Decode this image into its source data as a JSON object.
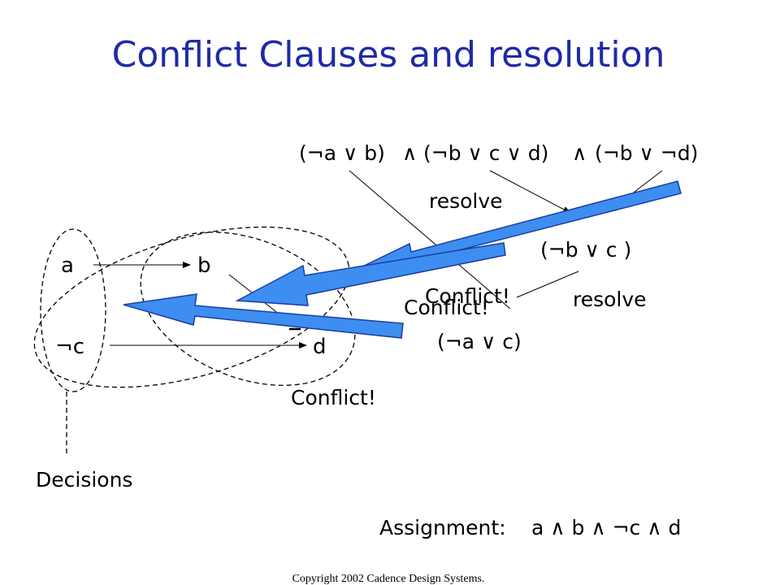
{
  "slide": {
    "title": "Conflict Clauses and resolution",
    "copyright": "Copyright 2002 Cadence Design Systems."
  },
  "formula": {
    "clause1": "(¬a ∨ b)",
    "and1": "∧",
    "clause2": "(¬b ∨ c ∨ d)",
    "and2": "∧",
    "clause3": "(¬b ∨ ¬d)"
  },
  "steps": {
    "resolve_1": "resolve",
    "resolvent_1": "(¬b ∨ c )",
    "resolve_2": "resolve",
    "resolvent_2": "(¬a ∨ c)",
    "conflict_1": "Conflict!",
    "conflict_2": "Conflict!",
    "conflict_3": "Conflict!"
  },
  "graph": {
    "node_a": "a",
    "node_b": "b",
    "node_not_c": "¬c",
    "node_d": "d",
    "decisions_label": "Decisions"
  },
  "assignment": {
    "label": "Assignment:",
    "value": "a ∧ b ∧ ¬c ∧ d"
  },
  "colors": {
    "title": "#1f2aa6",
    "arrow_fill": "#3d8ef0",
    "arrow_stroke": "#1a3fa0"
  }
}
